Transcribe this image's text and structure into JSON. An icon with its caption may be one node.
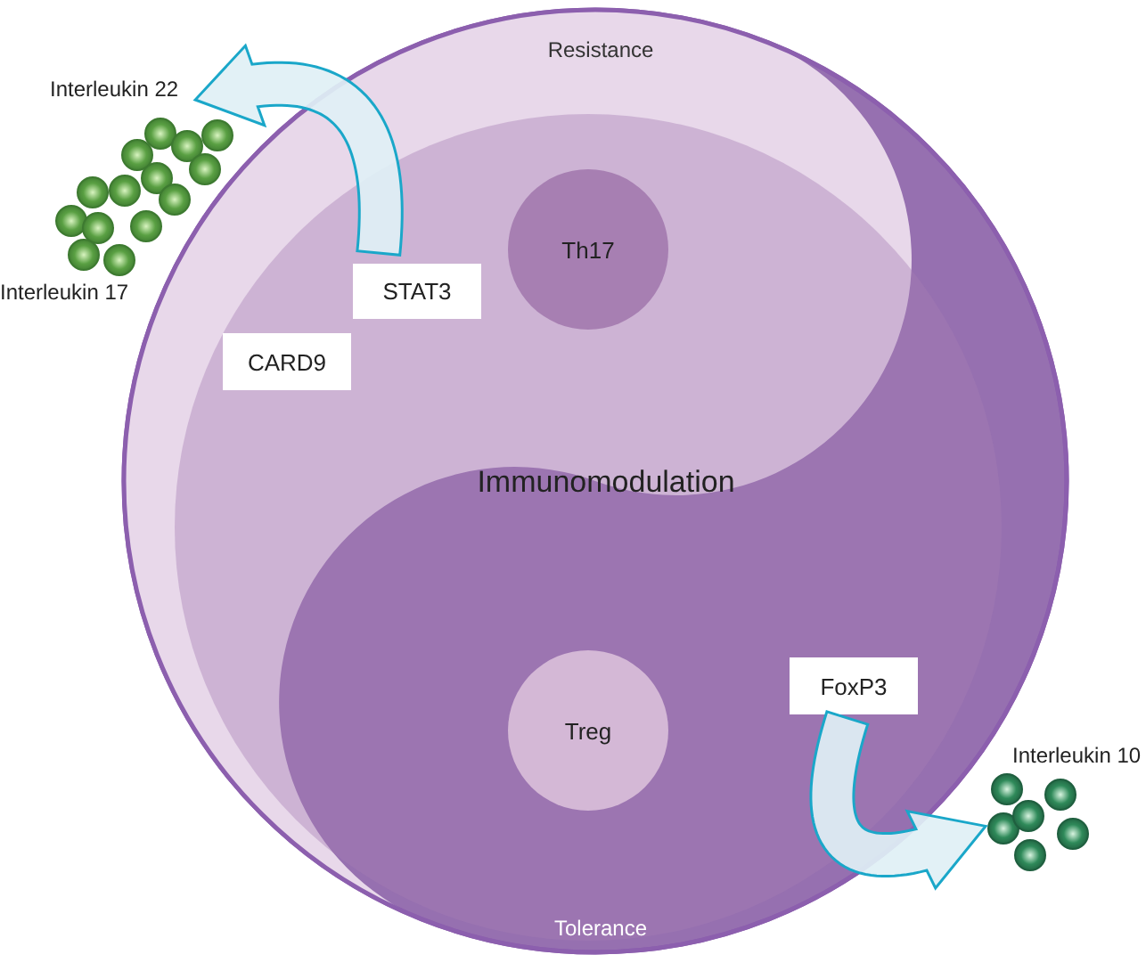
{
  "diagram": {
    "nodes": [
      {
        "text": [
          "Resistance",
          "Immunomodulation",
          "Tolerance"
        ]
      },
      {
        "text": [],
        "shape": "picture",
        "beside": [
          "Interleukin 22",
          "Interleukin 17"
        ]
      },
      {
        "text": [
          "Th17"
        ],
        "in": 0
      },
      {
        "text": [
          "STAT3"
        ],
        "in": 0
      },
      {
        "text": [
          "CARD9"
        ],
        "in": 0
      },
      {
        "text": [
          "Treg"
        ],
        "in": 0
      },
      {
        "text": [
          "FoxP3"
        ],
        "in": 0
      },
      {
        "text": [],
        "shape": "picture",
        "beside": [
          "Interleukin 10"
        ]
      }
    ],
    "edges": [
      {
        "from": 3,
        "to": 1,
        "arrow": "to"
      },
      {
        "from": 6,
        "to": 7,
        "arrow": "to"
      }
    ]
  }
}
